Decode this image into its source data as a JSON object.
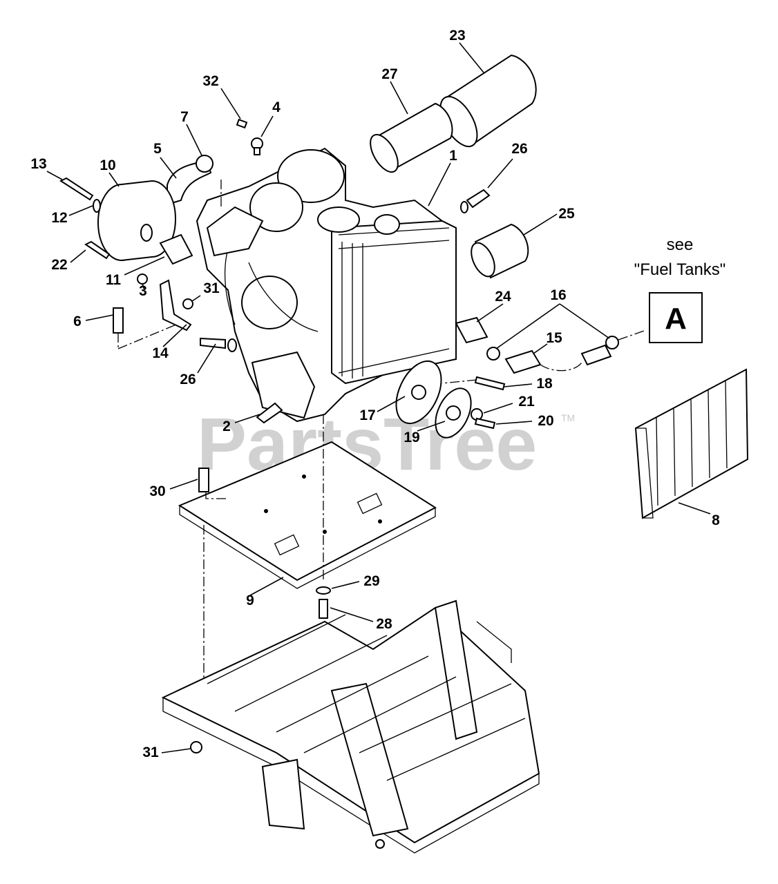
{
  "watermark": {
    "text": "PartsTree",
    "tm": "TM"
  },
  "reference": {
    "note_line1": "see",
    "note_line2": "\"Fuel Tanks\"",
    "box_letter": "A"
  },
  "callouts": [
    {
      "id": "c23",
      "label": "23"
    },
    {
      "id": "c27",
      "label": "27"
    },
    {
      "id": "c32",
      "label": "32"
    },
    {
      "id": "c4",
      "label": "4"
    },
    {
      "id": "c7",
      "label": "7"
    },
    {
      "id": "c5",
      "label": "5"
    },
    {
      "id": "c1",
      "label": "1"
    },
    {
      "id": "c26a",
      "label": "26"
    },
    {
      "id": "c13",
      "label": "13"
    },
    {
      "id": "c10",
      "label": "10"
    },
    {
      "id": "c12",
      "label": "12"
    },
    {
      "id": "c25",
      "label": "25"
    },
    {
      "id": "c22",
      "label": "22"
    },
    {
      "id": "c11",
      "label": "11"
    },
    {
      "id": "c3",
      "label": "3"
    },
    {
      "id": "c31a",
      "label": "31"
    },
    {
      "id": "c6",
      "label": "6"
    },
    {
      "id": "c14",
      "label": "14"
    },
    {
      "id": "c26b",
      "label": "26"
    },
    {
      "id": "c24",
      "label": "24"
    },
    {
      "id": "c16",
      "label": "16"
    },
    {
      "id": "c15",
      "label": "15"
    },
    {
      "id": "c18",
      "label": "18"
    },
    {
      "id": "c17",
      "label": "17"
    },
    {
      "id": "c21",
      "label": "21"
    },
    {
      "id": "c2",
      "label": "2"
    },
    {
      "id": "c20",
      "label": "20"
    },
    {
      "id": "c19",
      "label": "19"
    },
    {
      "id": "c30",
      "label": "30"
    },
    {
      "id": "c8",
      "label": "8"
    },
    {
      "id": "c9",
      "label": "9"
    },
    {
      "id": "c29",
      "label": "29"
    },
    {
      "id": "c28",
      "label": "28"
    },
    {
      "id": "c31b",
      "label": "31"
    }
  ]
}
